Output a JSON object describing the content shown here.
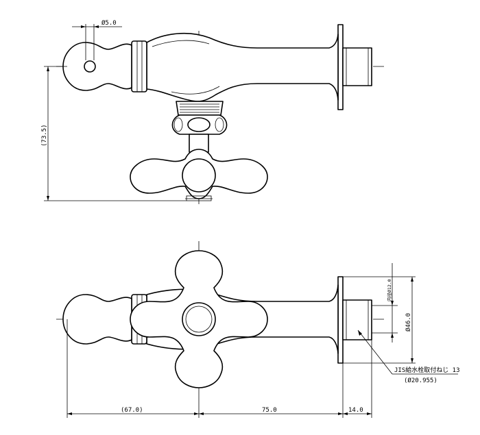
{
  "dims": {
    "top_hole_dia": "Ø5.0",
    "height": "(73.5)",
    "left_len": "(67.0)",
    "mid_len": "75.0",
    "flange_len": "14.0",
    "flange_dia": "Ø46.0",
    "inner_dia": "内径Ø12.0",
    "thread_label": "JIS給水栓取付ねじ 13",
    "thread_dia": "(Ø20.955)"
  }
}
